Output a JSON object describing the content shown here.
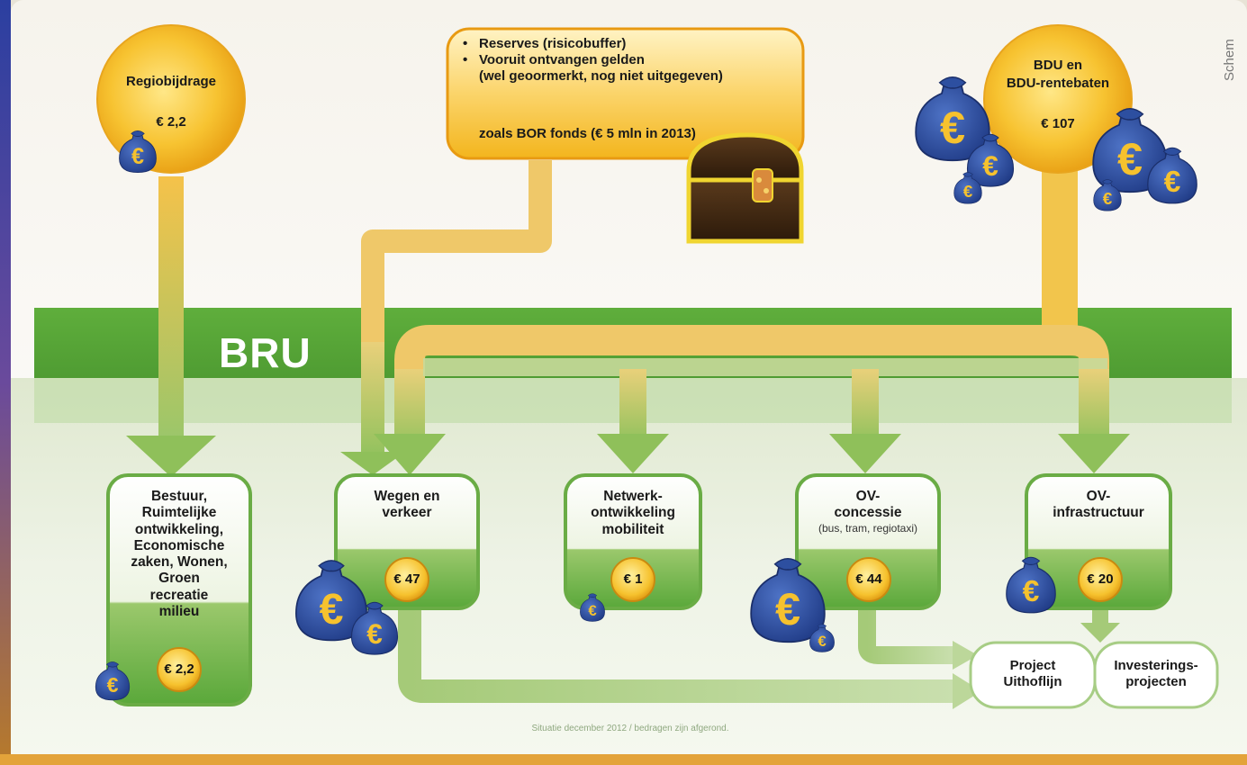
{
  "side_label": "Schem",
  "group_label": "BRU",
  "footnote": "Situatie december 2012 / bedragen zijn afgerond.",
  "sources": {
    "regio": {
      "title": "Regiobijdrage",
      "amount": "€ 2,2"
    },
    "reserves": {
      "bullets": [
        "Reserves (risicobuffer)",
        "Vooruit ontvangen gelden",
        "(wel geoormerkt, nog niet uitgegeven)"
      ],
      "note": "zoals BOR fonds (€ 5 mln in 2013)"
    },
    "bdu": {
      "title_line1": "BDU en",
      "title_line2": "BDU-rentebaten",
      "amount": "€ 107"
    }
  },
  "departments": [
    {
      "lines": [
        "Bestuur,",
        "Ruimtelijke",
        "ontwikkeling,",
        "Economische",
        "zaken, Wonen,",
        "Groen",
        "recreatie",
        "milieu"
      ],
      "amount": "€ 2,2"
    },
    {
      "lines": [
        "Wegen en",
        "verkeer"
      ],
      "amount": "€ 47"
    },
    {
      "lines": [
        "Netwerk-",
        "ontwikkeling",
        "mobiliteit"
      ],
      "amount": "€ 1"
    },
    {
      "lines": [
        "OV-",
        "concessie"
      ],
      "sub": "(bus, tram, regiotaxi)",
      "amount": "€ 44"
    },
    {
      "lines": [
        "OV-",
        "infrastructuur"
      ],
      "amount": "€ 20"
    }
  ],
  "projects": [
    {
      "lines": [
        "Project",
        "Uithoflijn"
      ]
    },
    {
      "lines": [
        "Investerings-",
        "projecten"
      ]
    }
  ],
  "icons": {
    "money": "euro-money-bag-icon",
    "chest": "treasure-chest-icon",
    "coin": "gold-coin-icon"
  },
  "colors": {
    "green": "#5aa83a",
    "gold": "#f3b51d",
    "coin": "#f8d13c",
    "bag": "#2d4fa0"
  }
}
